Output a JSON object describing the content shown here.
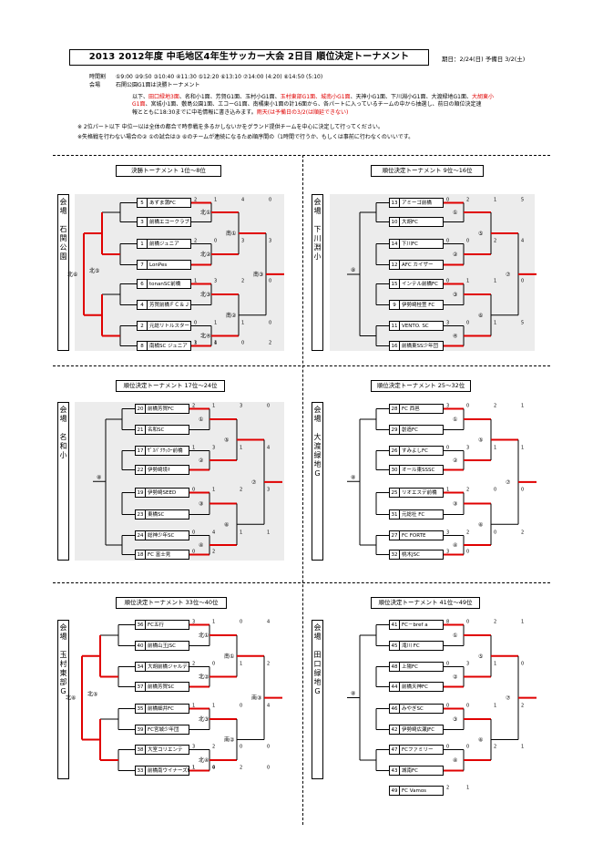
{
  "header": {
    "title": "2013 2012年度 中毛地区4年生サッカー大会 2日目 順位決定トーナメント",
    "date": "期日：2/24(日) 予備日 3/2(土)"
  },
  "info": {
    "time_label": "時間割",
    "time_value": "①9:00 ②9:50 ③10:40 ④11:30 ⑤12:20 ⑥13:10 ⑦14:00 (4:20) ⑧14:50 (5:10)",
    "venue_label": "会場",
    "venue_value": "石関公園G1面は決勝トーナメント",
    "desc1a": "以下、",
    "desc1b": "田口緑地3面",
    "desc1c": "、名和小1面、芳賀G1面、玉村小G1面、",
    "desc1d": "玉村東部G1面、城南小G1面",
    "desc1e": "、天神小G1面、下川淵小G1面、大渡緑地G1面、",
    "desc1f": "大胡東小",
    "desc2a": "G1面",
    "desc2b": "、宮城小1面、敷島公園1面、エコーG1面、南橘東小1面の計16面から、各パートに入っているチームの中から抽選し、前日の順位決定速",
    "desc3a": "報とともに18:30までに中毛情報に書き込みます。",
    "desc3b": "雨天(は予備日の3/2(は順延できない)",
    "note1": "※ 2位パート以下 中位一以は全体の都合で時参戦を多るかしないかをグランド提供チームを中心に決定して行ってください。",
    "note2": "※失格戦を行わない場合の② ①の試合は③ ⑥のチームが連続になるため順序間の（1時間で行うか、もしくは事前に行わなくのいいです。"
  },
  "sections": [
    {
      "title": "決勝トーナメント 1位～8位",
      "venue": [
        "会",
        "場",
        "",
        "石",
        "関",
        "公",
        "園"
      ],
      "teams": [
        {
          "seed": "5",
          "name": "あずま蒲FC"
        },
        {
          "seed": "3",
          "name": "前橋エコークラブ"
        },
        {
          "seed": "1",
          "name": "前橋ジュニア"
        },
        {
          "seed": "7",
          "name": "LonPes"
        },
        {
          "seed": "6",
          "name": "tonanSC前橋"
        },
        {
          "seed": "4",
          "name": "芳賀前橋ＦＣ＆ＪＲＤＵ"
        },
        {
          "seed": "2",
          "name": "元総リトルスター"
        },
        {
          "seed": "8",
          "name": "南橘SC ジュニア"
        }
      ],
      "match_labels": [
        "北①",
        "北②",
        "北③",
        "北④",
        "南①",
        "南②",
        "南③",
        "南④",
        "南⑤",
        "南⑥",
        "南⑦",
        "南⑧",
        "北⑤",
        "北⑥"
      ],
      "scores": [
        "2",
        "1",
        "4",
        "0",
        "2",
        "0",
        "3",
        "3",
        "1",
        "3",
        "2",
        "0",
        "0",
        "1",
        "1",
        "0",
        "3",
        "4",
        "0",
        "2",
        "1",
        "1"
      ]
    },
    {
      "title": "順位決定トーナメント 9位～16位",
      "venue": [
        "会",
        "場",
        "",
        "下",
        "川",
        "淵",
        "小"
      ],
      "teams": [
        {
          "seed": "13",
          "name": "アミーゴ前橋"
        },
        {
          "seed": "10",
          "name": "大胡FC"
        },
        {
          "seed": "14",
          "name": "下川FC"
        },
        {
          "seed": "12",
          "name": "AFC カイザー"
        },
        {
          "seed": "15",
          "name": "インテル前橋FC"
        },
        {
          "seed": "9",
          "name": "伊勢崎桂萱 FC"
        },
        {
          "seed": "11",
          "name": "VENTO. SC"
        },
        {
          "seed": "16",
          "name": "前橋東SS少年団"
        }
      ],
      "match_labels": [
        "①",
        "②",
        "③",
        "④",
        "⑤",
        "⑥",
        "⑦",
        "⑧"
      ],
      "scores": [
        "0",
        "2",
        "1",
        "5",
        "0",
        "0",
        "2",
        "4",
        "0",
        "1",
        "1",
        "0",
        "3",
        "0",
        "1",
        "5"
      ]
    },
    {
      "title": "順位決定トーナメント 17位～24位",
      "venue": [
        "会",
        "場",
        "",
        "名",
        "和",
        "小"
      ],
      "teams": [
        {
          "seed": "20",
          "name": "前橋芳賀FC"
        },
        {
          "seed": "21",
          "name": "名和SC"
        },
        {
          "seed": "17",
          "name": "ｻﾞｽﾊﾟｸｻｯｶｰ前橋"
        },
        {
          "seed": "22",
          "name": "伊勢崎境ｷ"
        },
        {
          "seed": "19",
          "name": "伊勢崎SEED"
        },
        {
          "seed": "23",
          "name": "東橋SC"
        },
        {
          "seed": "24",
          "name": "総神少年SC"
        },
        {
          "seed": "18",
          "name": "FC 富士見"
        }
      ],
      "match_labels": [
        "①",
        "②",
        "③",
        "④",
        "⑤",
        "⑥",
        "⑦",
        "⑧"
      ],
      "scores": [
        "2",
        "1",
        "3",
        "0",
        "1",
        "3",
        "1",
        "4",
        "0",
        "1",
        "2",
        "3",
        "0",
        "4",
        "1",
        "1",
        "0",
        "2"
      ]
    },
    {
      "title": "順位決定トーナメント 25～32位",
      "venue": [
        "会",
        "場",
        "",
        "大",
        "渡",
        "緑",
        "地",
        "G"
      ],
      "teams": [
        {
          "seed": "28",
          "name": "FC 西邑"
        },
        {
          "seed": "29",
          "name": "創造FC"
        },
        {
          "seed": "26",
          "name": "すみよしFC"
        },
        {
          "seed": "30",
          "name": "オール東SSSC"
        },
        {
          "seed": "25",
          "name": "リオエスデ前橋"
        },
        {
          "seed": "31",
          "name": "元総社 FC"
        },
        {
          "seed": "27",
          "name": "FC FORTE"
        },
        {
          "seed": "32",
          "name": "桃木JSC"
        }
      ],
      "match_labels": [
        "①",
        "②",
        "③",
        "④",
        "⑤",
        "⑥",
        "⑦",
        "⑧"
      ],
      "scores": [
        "3",
        "0",
        "2",
        "1",
        "0",
        "3",
        "1",
        "1",
        "1",
        "2",
        "0",
        "0",
        "3",
        "2",
        "0",
        "2",
        "3",
        "0"
      ]
    },
    {
      "title": "順位決定トーナメント 33位～40位",
      "venue": [
        "会",
        "場",
        "",
        "玉",
        "村",
        "東",
        "部",
        "G"
      ],
      "teams": [
        {
          "seed": "36",
          "name": "FC五行"
        },
        {
          "seed": "40",
          "name": "前橋山王JSC"
        },
        {
          "seed": "34",
          "name": "大胡前橋ジャルディネエ"
        },
        {
          "seed": "37",
          "name": "前橋芳賀SC"
        },
        {
          "seed": "35",
          "name": "前橋細井FC"
        },
        {
          "seed": "39",
          "name": "FC宮城少年団"
        },
        {
          "seed": "38",
          "name": "大室コリエンテ"
        },
        {
          "seed": "33",
          "name": "前橋南ウイナーズFC"
        }
      ],
      "match_labels": [
        "北①",
        "北②",
        "北③",
        "北④",
        "南①",
        "南②",
        "南③",
        "南④",
        "南⑤",
        "南⑥",
        "北⑤",
        "北⑥"
      ],
      "scores": [
        "3",
        "1",
        "0",
        "4",
        "2",
        "0",
        "1",
        "2",
        "1",
        "1",
        "0",
        "4",
        "3",
        "2",
        "0",
        "0",
        "1",
        "4",
        "2",
        "0",
        "1",
        "0"
      ]
    },
    {
      "title": "順位決定トーナメント 41位～49位",
      "venue": [
        "会",
        "場",
        "",
        "田",
        "口",
        "緑",
        "地",
        "G"
      ],
      "teams": [
        {
          "seed": "41",
          "name": "FC－bref a"
        },
        {
          "seed": "45",
          "name": "滝川 FC"
        },
        {
          "seed": "48",
          "name": "上陽FC"
        },
        {
          "seed": "44",
          "name": "前橋天神FC"
        },
        {
          "seed": "46",
          "name": "みやぎSC"
        },
        {
          "seed": "42",
          "name": "伊勢崎広瀬JFC"
        },
        {
          "seed": "47",
          "name": "FCファミリー"
        },
        {
          "seed": "43",
          "name": "城南FC"
        },
        {
          "seed": "49",
          "name": "FC Vamos"
        }
      ],
      "match_labels": [
        "①",
        "②",
        "③",
        "④",
        "⑤",
        "⑥",
        "⑦",
        "⑧",
        "⑨"
      ],
      "scores": [
        "8",
        "0",
        "2",
        "1",
        "0",
        "3",
        "1",
        "0",
        "0",
        "0",
        "1",
        "2",
        "0",
        "0",
        "2",
        "1",
        "2",
        "1"
      ]
    }
  ],
  "colors": {
    "win_line": "#e00000",
    "line": "#000000",
    "shade": "#ececec"
  }
}
